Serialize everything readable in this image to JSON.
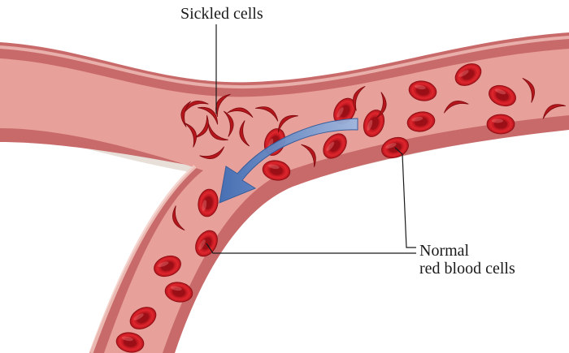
{
  "labels": {
    "sickled_cells": "Sickled cells",
    "normal_cells_line1": "Normal",
    "normal_cells_line2": "red blood cells"
  },
  "colors": {
    "background": "#ffffff",
    "vessel_wall": "#c96a6a",
    "vessel_lumen": "#e8a09a",
    "red_cell_rim": "#c8161e",
    "red_cell_center": "#a50f17",
    "sickle_cell": "#b5161c",
    "flow_arrow": "#5d86c4",
    "leader_line": "#1a1a1a"
  },
  "icons": {
    "flow_arrow": "curved-arrow-icon"
  }
}
